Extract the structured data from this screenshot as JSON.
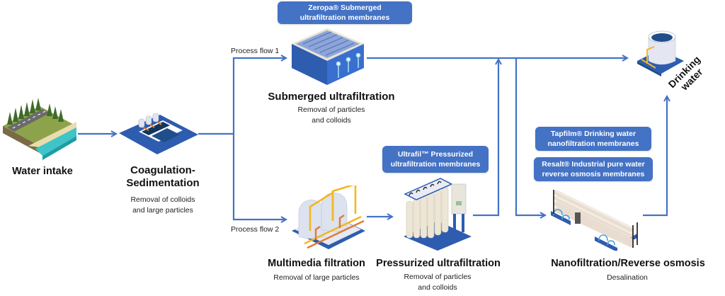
{
  "colors": {
    "flow_line": "#4472c4",
    "badge_bg": "#4472c4",
    "badge_text": "#ffffff",
    "platform_blue": "#2e5caf",
    "water": "#1f4f8a"
  },
  "stages": {
    "water_intake": {
      "title": "Water intake",
      "icon": "river-landscape-icon"
    },
    "coagulation": {
      "title_line1": "Coagulation-",
      "title_line2": "Sedimentation",
      "desc_line1": "Removal of colloids",
      "desc_line2": "and large particles",
      "icon": "sedimentation-tank-icon"
    },
    "submerged_uf": {
      "title": "Submerged ultrafiltration",
      "desc_line1": "Removal of particles",
      "desc_line2": "and colloids",
      "icon": "submerged-membrane-tank-icon"
    },
    "multimedia": {
      "title": "Multimedia filtration",
      "desc": "Removal of large particles",
      "icon": "multimedia-filter-tanks-icon"
    },
    "pressurized_uf": {
      "title": "Pressurized ultrafiltration",
      "desc_line1": "Removal of particles",
      "desc_line2": "and colloids",
      "icon": "pressurized-uf-rack-icon"
    },
    "nf_ro": {
      "title": "Nanofiltration/Reverse osmosis",
      "desc": "Desalination",
      "icon": "reverse-osmosis-rack-icon"
    },
    "drinking_water": {
      "title_line1": "Drinking",
      "title_line2": "water",
      "icon": "water-storage-tank-icon"
    }
  },
  "flow_labels": {
    "flow1": "Process flow 1",
    "flow2": "Process flow 2"
  },
  "badges": {
    "zeropa": {
      "line1": "Zeropa® Submerged",
      "line2": "ultrafiltration membranes"
    },
    "ultrafil": {
      "line1": "Ultrafil™ Pressurized",
      "line2": "ultrafiltration membranes"
    },
    "tapfilm": {
      "line1": "Tapfilm® Drinking water",
      "line2": "nanofiltration membranes"
    },
    "resalt": {
      "line1": "Resalt® Industrial pure water",
      "line2": "reverse osmosis membranes"
    }
  }
}
